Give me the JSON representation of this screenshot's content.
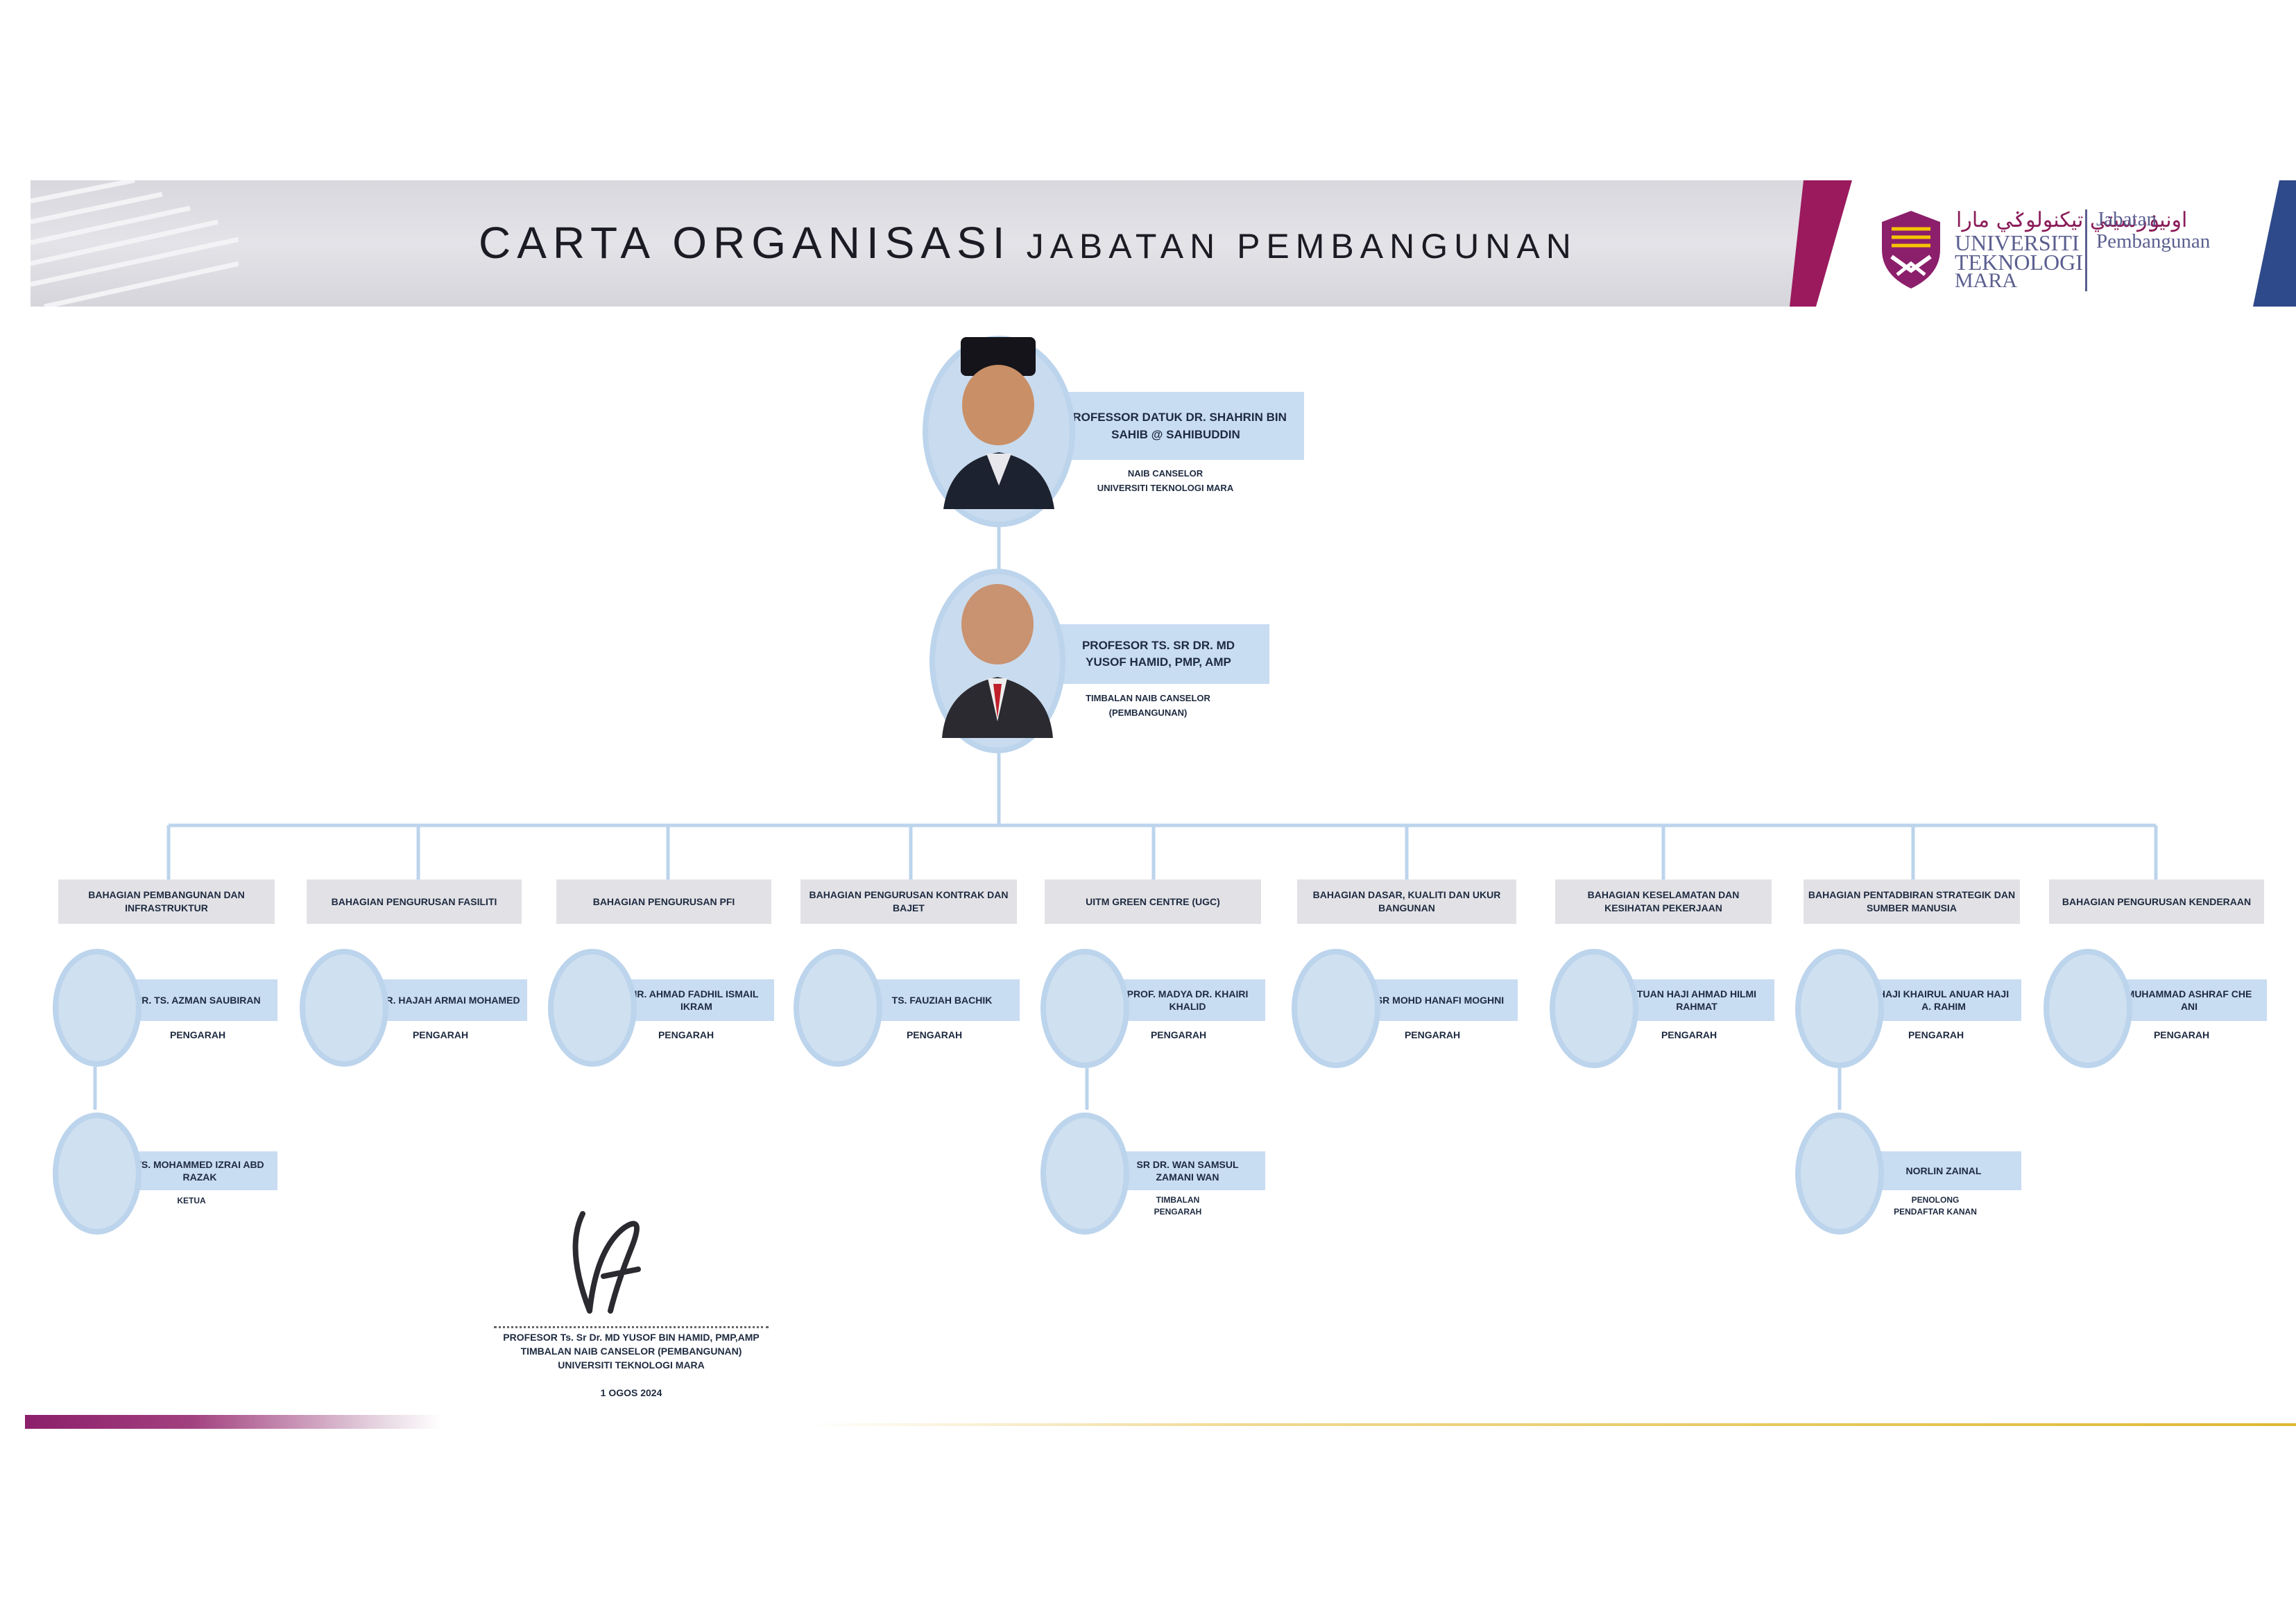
{
  "header": {
    "title_main": "CARTA ORGANISASI",
    "title_sub": "JABATAN PEMBANGUNAN",
    "logo": {
      "arabic": "اونيۏرسيتي تيکنولوݢي مارا",
      "line1": "UNIVERSITI",
      "line2": "TEKNOLOGI",
      "line3": "MARA",
      "dept_line1": "Jabatan",
      "dept_line2": "Pembangunan"
    },
    "colors": {
      "maroon": "#8c1f6b",
      "navy": "#2f4a8a",
      "gold": "#e0b830",
      "node_blue": "#c8dcf2"
    }
  },
  "top": [
    {
      "name": "PROFESSOR DATUK DR. SHAHRIN BIN SAHIB @ SAHIBUDDIN",
      "role_line1": "NAIB CANSELOR",
      "role_line2": "UNIVERSITI TEKNOLOGI MARA"
    },
    {
      "name": "PROFESOR TS. SR DR. MD YUSOF HAMID, PMP, AMP",
      "role_line1": "TIMBALAN NAIB CANSELOR",
      "role_line2": "(PEMBANGUNAN)"
    }
  ],
  "divisions": [
    {
      "title": "BAHAGIAN PEMBANGUNAN DAN INFRASTRUKTUR",
      "head": {
        "name": "IR. TS. AZMAN SAUBIRAN",
        "role": "PENGARAH"
      },
      "sub": {
        "name": "TS. MOHAMMED IZRAI ABD RAZAK",
        "role": "KETUA"
      }
    },
    {
      "title": "BAHAGIAN PENGURUSAN FASILITI",
      "head": {
        "name": "DR. HAJAH ARMAI MOHAMED",
        "role": "PENGARAH"
      }
    },
    {
      "title": "BAHAGIAN PENGURUSAN PFI",
      "head": {
        "name": "IR. AHMAD FADHIL ISMAIL IKRAM",
        "role": "PENGARAH"
      }
    },
    {
      "title": "BAHAGIAN PENGURUSAN KONTRAK DAN BAJET",
      "head": {
        "name": "TS. FAUZIAH BACHIK",
        "role": "PENGARAH"
      }
    },
    {
      "title": "UITM GREEN CENTRE (UGC)",
      "head": {
        "name": "PROF. MADYA DR. KHAIRI KHALID",
        "role": "PENGARAH"
      },
      "sub": {
        "name": "SR DR. WAN SAMSUL ZAMANI WAN",
        "role": "TIMBALAN PENGARAH"
      }
    },
    {
      "title": "BAHAGIAN DASAR, KUALITI DAN UKUR BANGUNAN",
      "head": {
        "name": "SR MOHD HANAFI MOGHNI",
        "role": "PENGARAH"
      }
    },
    {
      "title": "BAHAGIAN KESELAMATAN DAN KESIHATAN PEKERJAAN",
      "head": {
        "name": "TUAN HAJI AHMAD HILMI RAHMAT",
        "role": "PENGARAH"
      }
    },
    {
      "title": "BAHAGIAN PENTADBIRAN STRATEGIK DAN SUMBER MANUSIA",
      "head": {
        "name": "HAJI KHAIRUL ANUAR HAJI A. RAHIM",
        "role": "PENGARAH"
      },
      "sub": {
        "name": "NORLIN ZAINAL",
        "role": "PENOLONG PENDAFTAR KANAN"
      }
    },
    {
      "title": "BAHAGIAN PENGURUSAN KENDERAAN",
      "head": {
        "name": "MUHAMMAD ASHRAF CHE ANI",
        "role": "PENGARAH"
      }
    }
  ],
  "signature": {
    "mark": "lf",
    "line1": "PROFESOR Ts. Sr Dr. MD YUSOF BIN HAMID, PMP,AMP",
    "line2": "TIMBALAN NAIB CANSELOR (PEMBANGUNAN)",
    "line3": "UNIVERSITI TEKNOLOGI MARA",
    "date": "1 OGOS 2024"
  }
}
